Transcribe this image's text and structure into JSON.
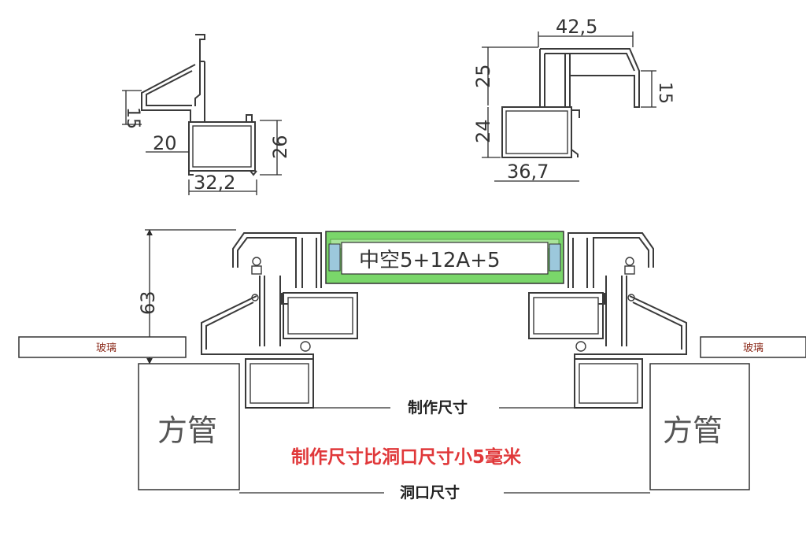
{
  "profile_left": {
    "dim_15": "15",
    "dim_20": "20",
    "dim_26": "26",
    "dim_32_2": "32,2"
  },
  "profile_right": {
    "dim_42_5": "42,5",
    "dim_25": "25",
    "dim_15": "15",
    "dim_24": "24",
    "dim_36_7": "36,7"
  },
  "assembly": {
    "height_dim": "63",
    "glazing_label": "中空5+12A+5",
    "glass_left": "玻璃",
    "glass_right": "玻璃",
    "square_tube_left": "方管",
    "square_tube_right": "方管",
    "fabrication_size": "制作尺寸",
    "note": "制作尺寸比洞口尺寸小5毫米",
    "opening_size": "洞口尺寸"
  },
  "colors": {
    "glass_green": "#7ad66a",
    "spacer_blue": "#9cc8dc",
    "note_red": "#e0383a"
  }
}
